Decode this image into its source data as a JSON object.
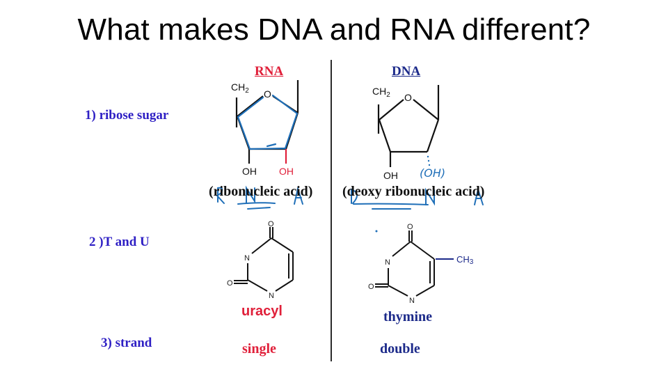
{
  "slide": {
    "title": "What makes DNA and RNA different?",
    "colors": {
      "title": "#000000",
      "row_label": "#2e1fc4",
      "rna_accent": "#e0203a",
      "dna_accent": "#1c2a8a",
      "handwriting": "#1f6fb8"
    }
  },
  "columns": {
    "rna": {
      "heading": "RNA",
      "sugar": {
        "ch2": "CH2",
        "oxygen": "O",
        "oh_left": "OH",
        "oh_right": "OH"
      },
      "full_name": "(ribonucleic acid)",
      "base": {
        "name": "uracyl",
        "atoms": [
          "O",
          "N",
          "O",
          "N"
        ]
      },
      "strand": "single"
    },
    "dna": {
      "heading": "DNA",
      "sugar": {
        "ch2": "CH2",
        "oxygen": "O",
        "oh_left": "OH",
        "oh_annotation": "(OH)"
      },
      "full_name": "(deoxy ribonucleic acid)",
      "base": {
        "name": "thymine",
        "atoms": [
          "O",
          "N",
          "O",
          "N"
        ],
        "substituent": "CH3"
      },
      "strand": "double"
    }
  },
  "rows": [
    {
      "label": "1) ribose sugar"
    },
    {
      "label": "2 )T and U"
    },
    {
      "label": "3) strand"
    }
  ],
  "annotations": {
    "rna_letters": [
      "R",
      "N",
      "A"
    ],
    "dna_letters": [
      "D",
      "N",
      "A"
    ]
  }
}
